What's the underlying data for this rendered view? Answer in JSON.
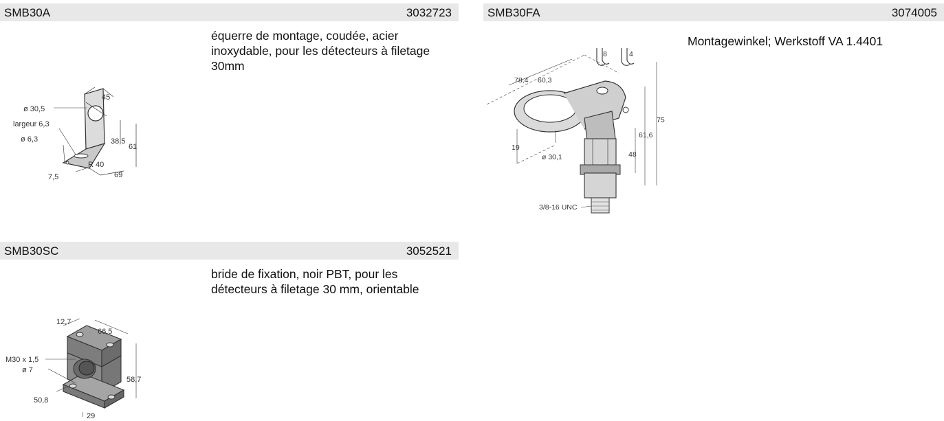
{
  "products": [
    {
      "name": "SMB30A",
      "id": "3032723",
      "description": "équerre de montage, coudée, acier inoxydable, pour les détecteurs à filetage 30mm",
      "drawing_labels": [
        "45",
        "ø 30,5",
        "largeur 6,3",
        "ø 6,3",
        "38,5",
        "61",
        "R 40",
        "7,5",
        "69"
      ]
    },
    {
      "name": "SMB30FA",
      "id": "3074005",
      "description": "Montagewinkel; Werkstoff VA 1.4401",
      "drawing_labels": [
        "8",
        "4",
        "78,4",
        "60,3",
        "75",
        "61,6",
        "48",
        "19",
        "ø 30,1",
        "3/8-16 UNC"
      ]
    },
    {
      "name": "SMB30SC",
      "id": "3052521",
      "description": "bride de fixation, noir PBT, pour les détecteurs à filetage 30 mm, orientable",
      "drawing_labels": [
        "12,7",
        "66,5",
        "M30 x 1,5",
        "ø 7",
        "58,7",
        "50,8",
        "29"
      ]
    }
  ]
}
